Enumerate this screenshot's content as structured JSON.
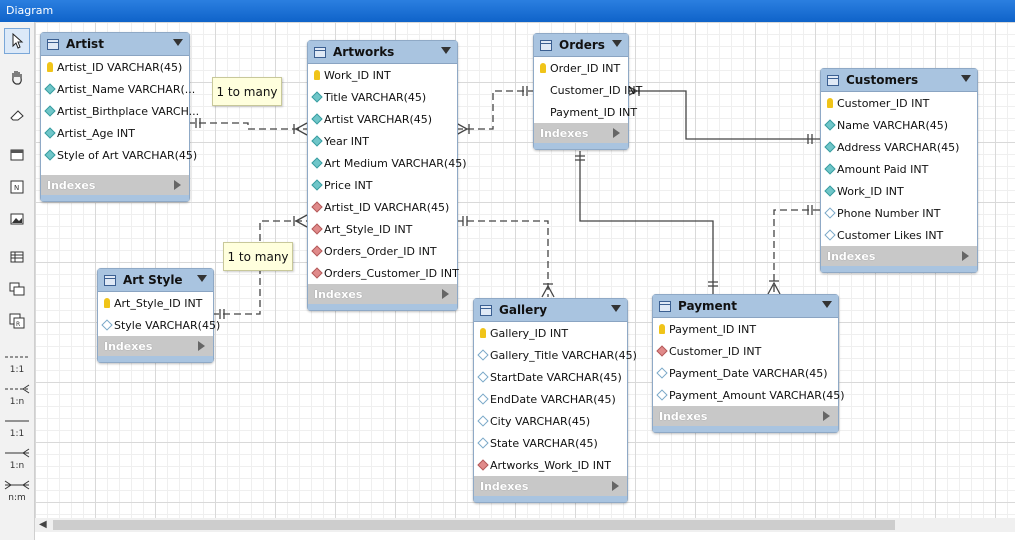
{
  "window": {
    "title": "Diagram"
  },
  "toolbar": {
    "tools": [
      "pointer-icon",
      "hand-icon",
      "eraser-icon",
      "layer-icon",
      "text-note-icon",
      "image-icon",
      "table-icon",
      "view-icon",
      "routine-group-icon"
    ],
    "relationships": [
      "1:1",
      "1:n",
      "1:1",
      "1:n",
      "n:m"
    ]
  },
  "notes": {
    "note1": "1 to many",
    "note2": "1 to many"
  },
  "entities": {
    "artist": {
      "name": "Artist",
      "indexes": "Indexes",
      "columns": [
        {
          "icon": "key",
          "text": "Artist_ID VARCHAR(45)"
        },
        {
          "icon": "dia",
          "text": "Artist_Name VARCHAR(..."
        },
        {
          "icon": "dia",
          "text": "Artist_Birthplace VARCH..."
        },
        {
          "icon": "dia",
          "text": "Artist_Age INT"
        },
        {
          "icon": "dia",
          "text": "Style of Art VARCHAR(45)"
        }
      ]
    },
    "artwork": {
      "name": "Artworks",
      "indexes": "Indexes",
      "columns": [
        {
          "icon": "key",
          "text": "Work_ID INT"
        },
        {
          "icon": "dia",
          "text": "Title VARCHAR(45)"
        },
        {
          "icon": "dia",
          "text": "Artist VARCHAR(45)"
        },
        {
          "icon": "dia",
          "text": "Year INT"
        },
        {
          "icon": "dia",
          "text": "Art Medium VARCHAR(45)"
        },
        {
          "icon": "dia",
          "text": "Price INT"
        },
        {
          "icon": "fk",
          "text": "Artist_ID VARCHAR(45)"
        },
        {
          "icon": "fk",
          "text": "Art_Style_ID INT"
        },
        {
          "icon": "fk",
          "text": "Orders_Order_ID INT"
        },
        {
          "icon": "fk",
          "text": "Orders_Customer_ID INT"
        }
      ]
    },
    "orders": {
      "name": "Orders",
      "indexes": "Indexes",
      "columns": [
        {
          "icon": "key",
          "text": "Order_ID INT"
        },
        {
          "icon": "none",
          "text": "Customer_ID INT"
        },
        {
          "icon": "none",
          "text": "Payment_ID INT"
        }
      ]
    },
    "customers": {
      "name": "Customers",
      "indexes": "Indexes",
      "columns": [
        {
          "icon": "key",
          "text": "Customer_ID INT"
        },
        {
          "icon": "dia",
          "text": "Name VARCHAR(45)"
        },
        {
          "icon": "dia",
          "text": "Address VARCHAR(45)"
        },
        {
          "icon": "dia",
          "text": "Amount Paid INT"
        },
        {
          "icon": "dia",
          "text": "Work_ID INT"
        },
        {
          "icon": "plain",
          "text": "Phone Number INT"
        },
        {
          "icon": "plain",
          "text": "Customer Likes INT"
        }
      ]
    },
    "artstyle": {
      "name": "Art Style",
      "indexes": "Indexes",
      "columns": [
        {
          "icon": "key",
          "text": "Art_Style_ID INT"
        },
        {
          "icon": "plain",
          "text": "Style VARCHAR(45)"
        }
      ]
    },
    "gallery": {
      "name": "Gallery",
      "indexes": "Indexes",
      "columns": [
        {
          "icon": "key",
          "text": "Gallery_ID INT"
        },
        {
          "icon": "plain",
          "text": "Gallery_Title VARCHAR(45)"
        },
        {
          "icon": "plain",
          "text": "StartDate VARCHAR(45)"
        },
        {
          "icon": "plain",
          "text": "EndDate VARCHAR(45)"
        },
        {
          "icon": "plain",
          "text": "City VARCHAR(45)"
        },
        {
          "icon": "plain",
          "text": "State VARCHAR(45)"
        },
        {
          "icon": "fk",
          "text": "Artworks_Work_ID INT"
        }
      ]
    },
    "payment": {
      "name": "Payment",
      "indexes": "Indexes",
      "columns": [
        {
          "icon": "key",
          "text": "Payment_ID INT"
        },
        {
          "icon": "fk",
          "text": "Customer_ID INT"
        },
        {
          "icon": "plain",
          "text": "Payment_Date VARCHAR(45)"
        },
        {
          "icon": "plain",
          "text": "Payment_Amount VARCHAR(45)"
        }
      ]
    }
  }
}
